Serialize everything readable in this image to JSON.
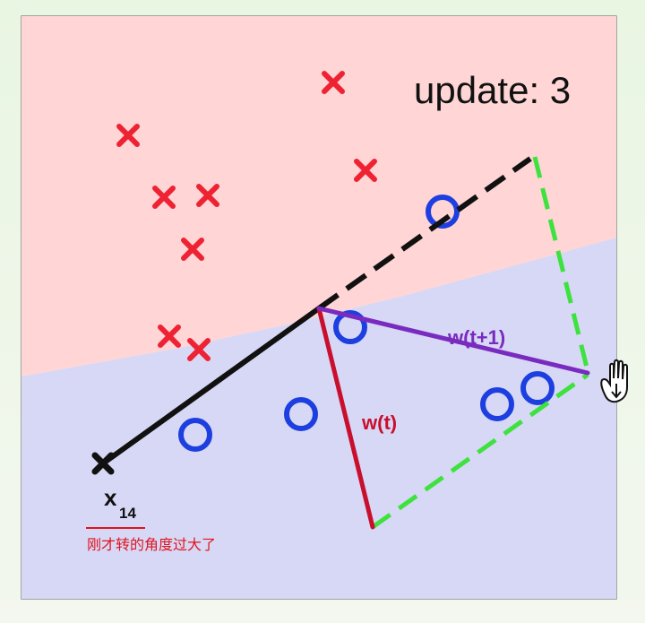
{
  "update_label": "update: 3",
  "point_label": {
    "main": "x",
    "sub": "14"
  },
  "vectors": {
    "w_t": "w(t)",
    "w_t1": "w(t+1)"
  },
  "annotation": "刚才转的角度过大了",
  "colors": {
    "region_positive": "#ffd5d5",
    "region_negative": "#d7d8f5",
    "cross": "#ee2233",
    "circle": "#1d3fe0",
    "w_t": "#c8102e",
    "w_t1": "#7a2bbf",
    "x_vector": "#111111",
    "parallelogram": "#3ee23e",
    "annotation": "#e0141e"
  },
  "cursor_icon": "hand-cursor-icon"
}
